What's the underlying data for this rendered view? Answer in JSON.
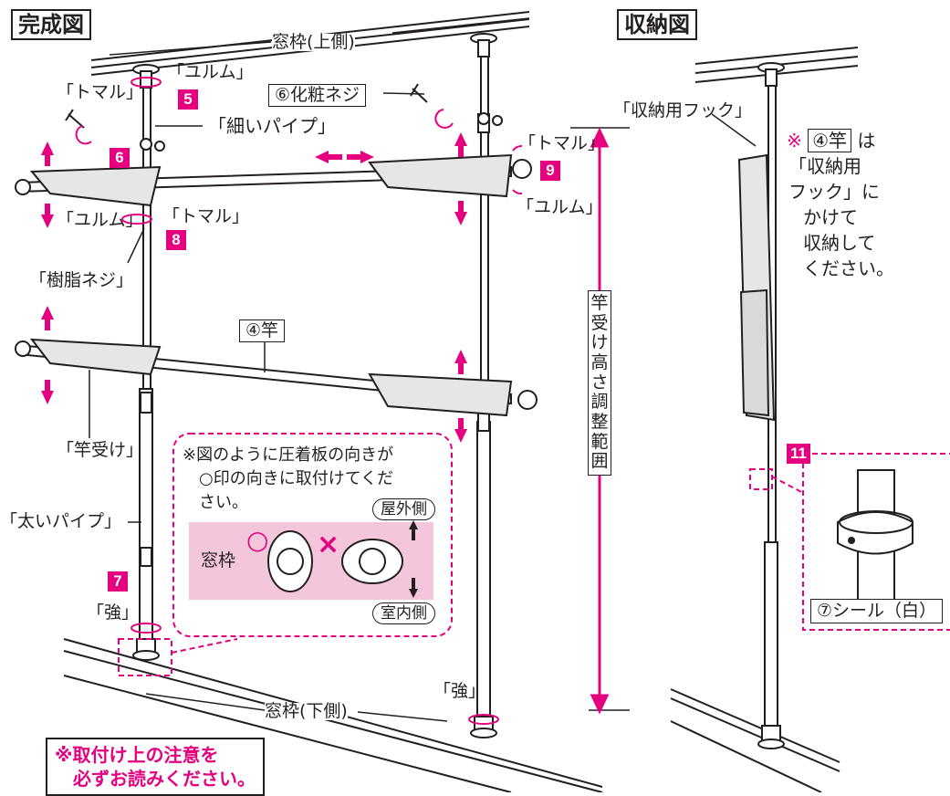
{
  "titles": {
    "complete": "完成図",
    "storage": "収納図"
  },
  "labels": {
    "frame_top": "窓枠(上側)",
    "frame_bottom": "窓枠(下側)",
    "yurumu": "「ユルム」",
    "tomaru": "「トマル」",
    "screw6": "⑥化粧ネジ",
    "thin_pipe": "「細いパイプ」",
    "resin_screw": "「樹脂ネジ」",
    "rod4": "④竿",
    "rod_holder": "「竿受け」",
    "thick_pipe": "「太いパイプ」",
    "strong": "「強」",
    "window_frame": "窓枠",
    "outdoor": "屋外側",
    "indoor": "室内側",
    "storage_hook": "「収納用フック」",
    "seal7": "⑦シール（白）",
    "height_range": "竿受け高さ調整範囲"
  },
  "steps": {
    "s5": "5",
    "s6": "6",
    "s7": "7",
    "s8": "8",
    "s9": "9",
    "s11": "11"
  },
  "note_plate": [
    "※図のように圧着板の向きが",
    "○印の向きに取付けてくだ",
    "さい。"
  ],
  "note_storage": {
    "mark": "※",
    "box": "④竿",
    "after": "は",
    "lines": [
      "「収納用",
      "フック」に",
      "かけて",
      "収納して",
      "ください。"
    ]
  },
  "warning": [
    "※取付け上の注意を",
    "必ずお読みください。"
  ],
  "symbols": {
    "ok": "○",
    "ng": "×"
  },
  "colors": {
    "accent": "#e5007f",
    "pink_bg": "#f4c6dc",
    "ink": "#231f20"
  }
}
